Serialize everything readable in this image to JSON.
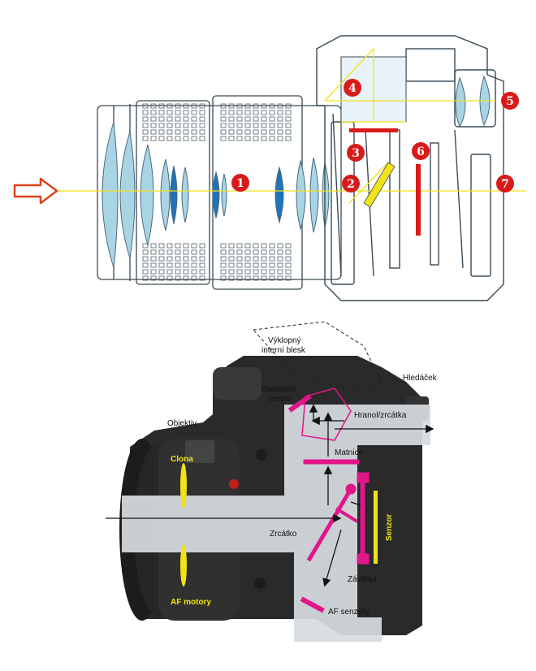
{
  "top_diagram": {
    "callouts": [
      "1",
      "2",
      "3",
      "4",
      "5",
      "6",
      "7"
    ]
  },
  "bottom_diagram": {
    "labels": {
      "flash": [
        "Výklopný",
        "interní blesk"
      ],
      "viewfinder": "Hledáček",
      "exposure_sensor": [
        "Expoziční",
        "senzor"
      ],
      "prism": "Hranol/zrcátka",
      "lens": "Objektiv",
      "aperture": "Clona",
      "matte": "Matnice",
      "sensor": "Senzor",
      "mirror": "Zrcátko",
      "shutter": "Závěrka",
      "af_motors": "AF motory",
      "af_sensors": "AF senzory"
    }
  },
  "colors": {
    "optical_axis": "#f2e21a",
    "callout": "#d91a1a",
    "arrow_outline": "#e0421a",
    "lens_glass": "#a9d4e4",
    "lens_core": "#1f73b8",
    "light_path": "#d6dbe0",
    "magenta": "#e0168a",
    "yellow": "#f2e21a",
    "camera_body": "#2a2a2a"
  }
}
